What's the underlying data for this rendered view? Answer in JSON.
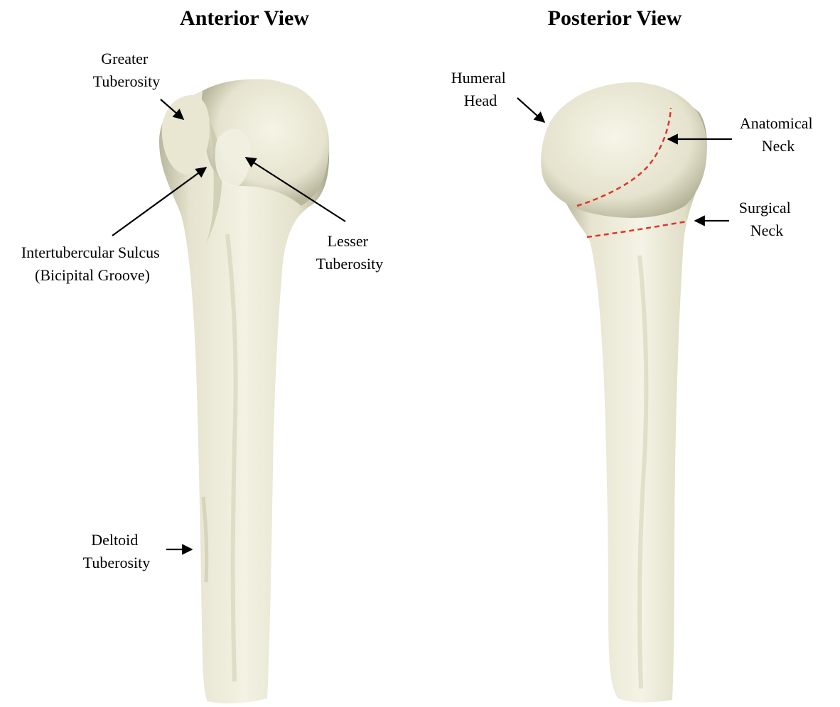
{
  "views": {
    "anterior": {
      "title": "Anterior View",
      "labels": {
        "greater_tuberosity": [
          "Greater",
          "Tuberosity"
        ],
        "intertubercular_sulcus": [
          "Intertubercular Sulcus",
          "(Bicipital Groove)"
        ],
        "lesser_tuberosity": [
          "Lesser",
          "Tuberosity"
        ],
        "deltoid_tuberosity": [
          "Deltoid",
          "Tuberosity"
        ]
      }
    },
    "posterior": {
      "title": "Posterior View",
      "labels": {
        "humeral_head": [
          "Humeral",
          "Head"
        ],
        "anatomical_neck": [
          "Anatomical",
          "Neck"
        ],
        "surgical_neck": [
          "Surgical",
          "Neck"
        ]
      }
    }
  },
  "colors": {
    "bone": "#efeedd",
    "bone_shadow": "#c9c7ae",
    "neck_line": "#e0352b",
    "arrow": "#000000"
  }
}
